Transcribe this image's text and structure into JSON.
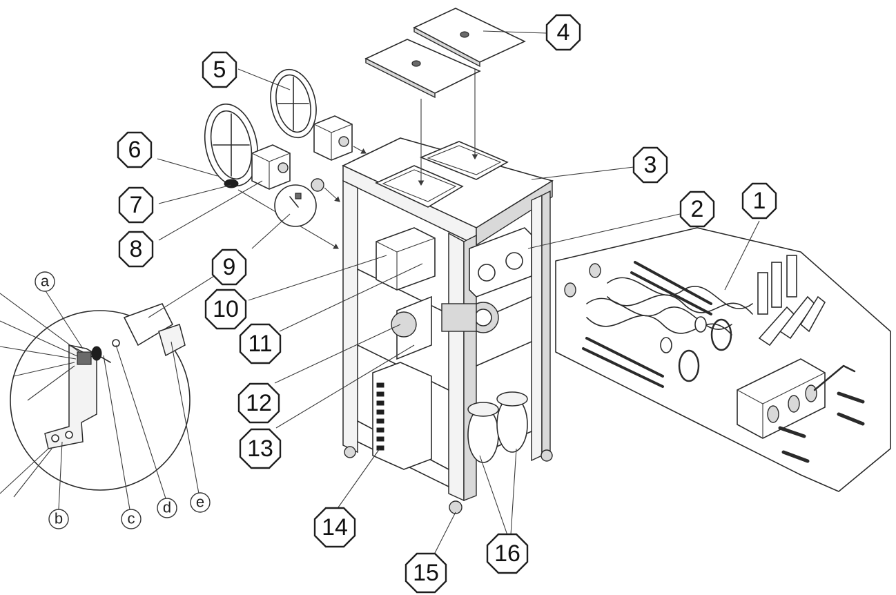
{
  "callouts": [
    "1",
    "2",
    "3",
    "4",
    "5",
    "6",
    "7",
    "8",
    "9",
    "9",
    "10",
    "11",
    "12",
    "13",
    "14",
    "15",
    "16"
  ],
  "detail_letters": [
    "a",
    "b",
    "c",
    "d",
    "e"
  ],
  "colors": {
    "line": "#2a2a2a",
    "background": "#ffffff",
    "shade": "#d9d9d9"
  }
}
